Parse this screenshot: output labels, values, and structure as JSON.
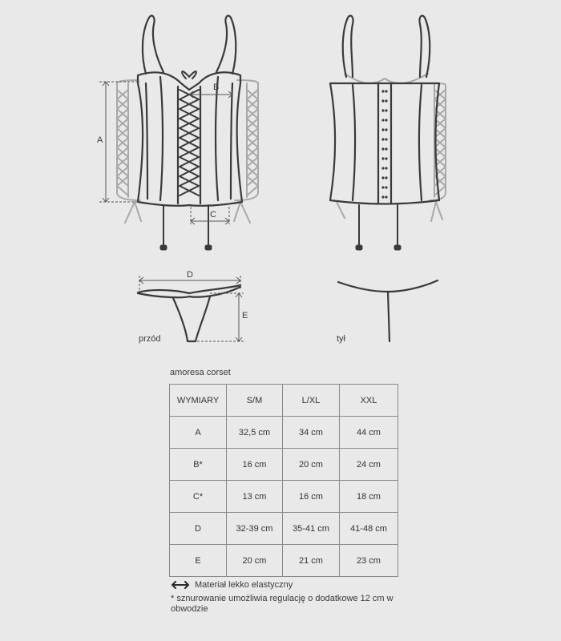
{
  "diagram": {
    "dimension_labels": {
      "A": "A",
      "B": "B",
      "C": "C",
      "D": "D",
      "E": "E"
    },
    "view_front": "przód",
    "view_back": "tył"
  },
  "table": {
    "title": "amoresa corset",
    "headers": [
      "WYMIARY",
      "S/M",
      "L/XL",
      "XXL"
    ],
    "rows": [
      [
        "A",
        "32,5 cm",
        "34 cm",
        "44 cm"
      ],
      [
        "B*",
        "16 cm",
        "20 cm",
        "24 cm"
      ],
      [
        "C*",
        "13 cm",
        "16 cm",
        "18 cm"
      ],
      [
        "D",
        "32-39 cm",
        "35-41 cm",
        "41-48 cm"
      ],
      [
        "E",
        "20 cm",
        "21 cm",
        "23 cm"
      ]
    ]
  },
  "legend": {
    "elastic_icon": "double-arrow-icon",
    "elastic_label": "Materiał lekko elastyczny",
    "footnote": "* sznurowanie umożliwia regulację o dodatkowe 12 cm w obwodzie"
  }
}
